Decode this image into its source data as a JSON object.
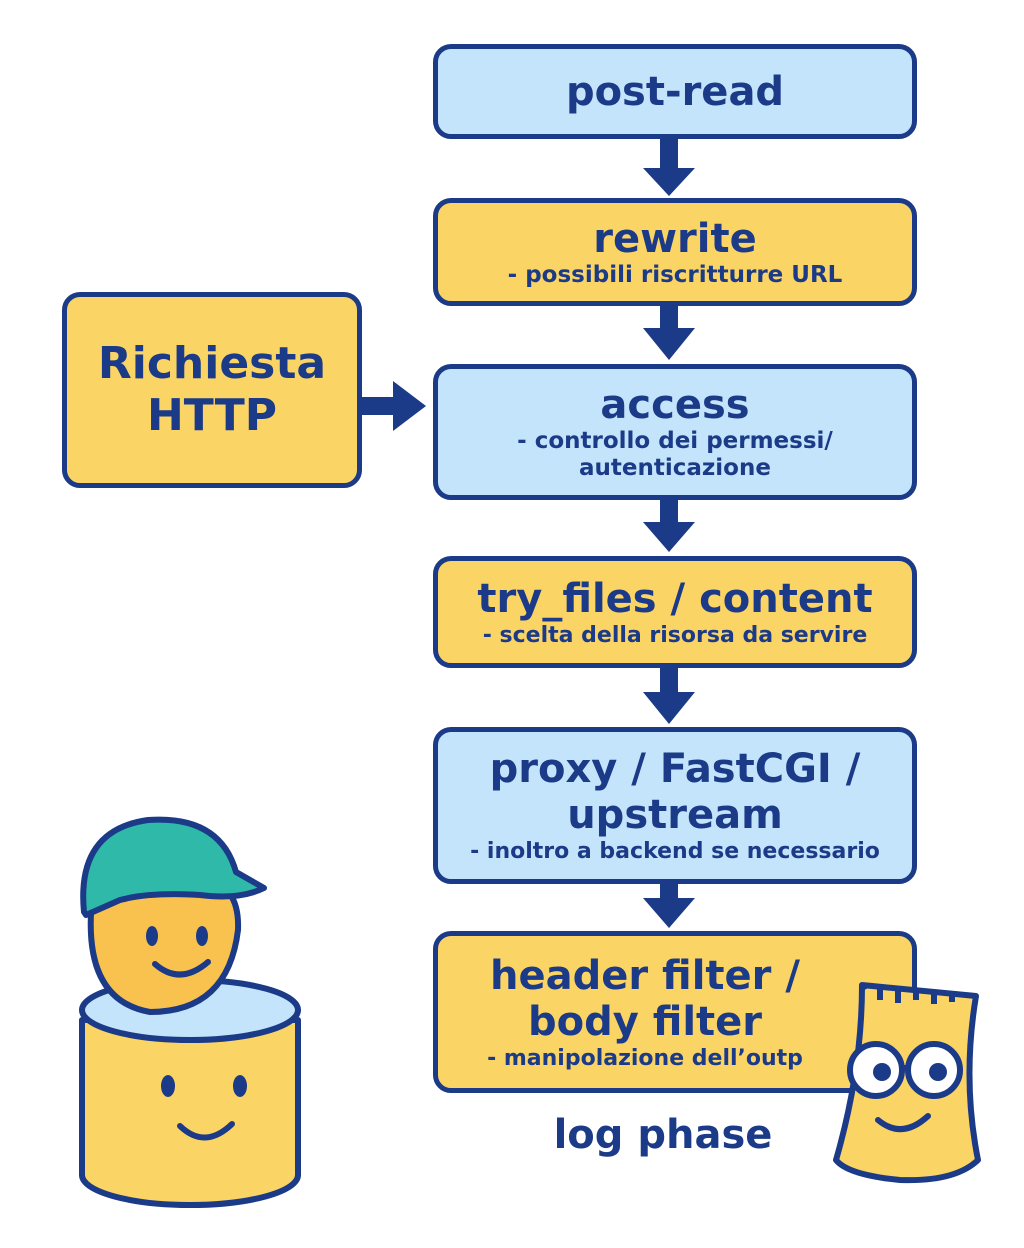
{
  "request_box": {
    "line1": "Richiesta",
    "line2": "HTTP"
  },
  "phases": [
    {
      "title": "post-read"
    },
    {
      "title": "rewrite",
      "sub": "- possibili riscritturre URL"
    },
    {
      "title": "access",
      "sub1": "- controllo dei permessi/",
      "sub2": "autenticazione"
    },
    {
      "title": "try_files / content",
      "sub": "- scelta della risorsa da servire"
    },
    {
      "title1": "proxy / FastCGI /",
      "title2": "upstream",
      "sub": "- inoltro a backend se necessario"
    },
    {
      "title1": "header filter /",
      "title2": "body filter",
      "sub": "- manipolazione dell’outp"
    }
  ],
  "log_phase": "log phase",
  "colors": {
    "navy": "#1b3a87",
    "blue_box": "#c4e4fb",
    "yellow_box": "#fbd466",
    "cap": "#2fb9a8"
  }
}
